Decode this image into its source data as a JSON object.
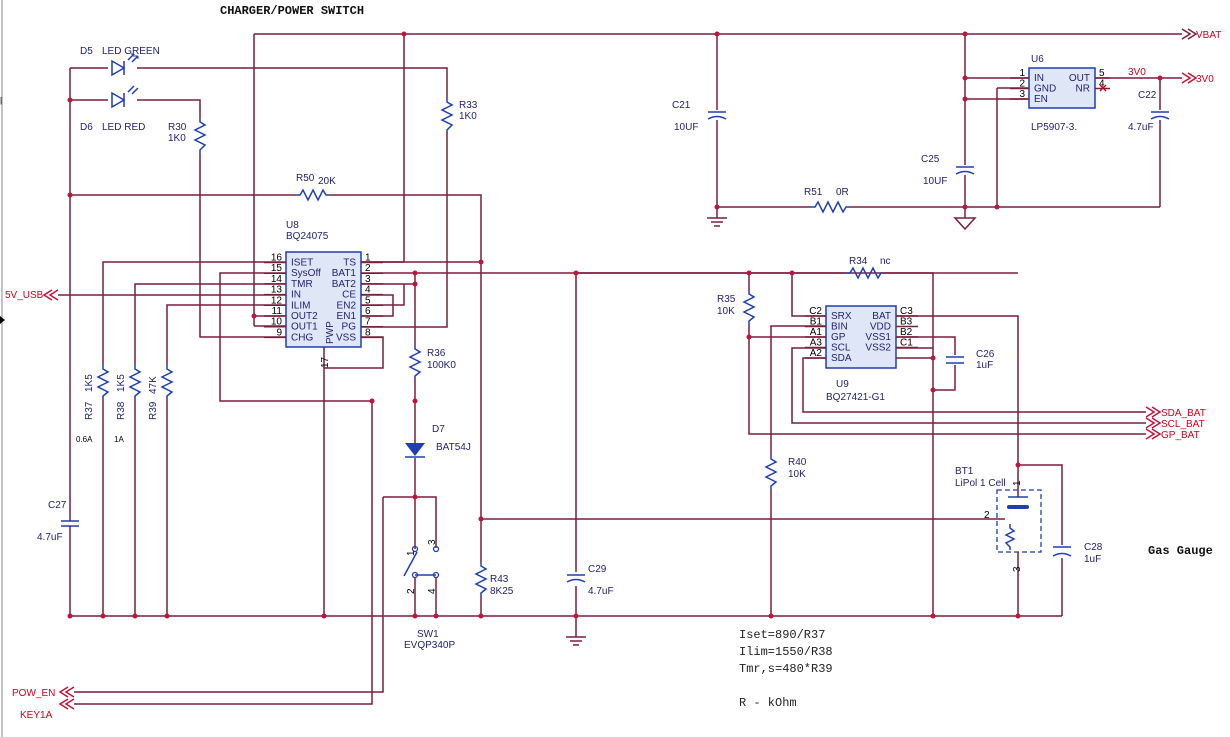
{
  "title": "CHARGER/POWER SWITCH",
  "section": "Gas Gauge",
  "ports": {
    "vbat": "VBAT",
    "v3v0": "3V0",
    "usb": "5V_USB",
    "sda": "SDA_BAT",
    "scl": "SCL_BAT",
    "gp": "GP_BAT",
    "pow_en": "POW_EN",
    "key1a": "KEY1A"
  },
  "parts": {
    "d5": {
      "ref": "D5",
      "value": "LED GREEN"
    },
    "d6": {
      "ref": "D6",
      "value": "LED RED"
    },
    "r30": {
      "ref": "R30",
      "value": "1K0"
    },
    "r33": {
      "ref": "R33",
      "value": "1K0"
    },
    "r50": {
      "ref": "R50",
      "value": "20K"
    },
    "u8": {
      "ref": "U8",
      "value": "BQ24075",
      "left_pins": [
        {
          "num": "16",
          "name": "ISET"
        },
        {
          "num": "15",
          "name": "SysOff"
        },
        {
          "num": "14",
          "name": "TMR"
        },
        {
          "num": "13",
          "name": "IN"
        },
        {
          "num": "12",
          "name": "ILIM"
        },
        {
          "num": "11",
          "name": "OUT2"
        },
        {
          "num": "10",
          "name": "OUT1"
        },
        {
          "num": "9",
          "name": "CHG"
        }
      ],
      "right_pins": [
        {
          "num": "1",
          "name": "TS"
        },
        {
          "num": "2",
          "name": "BAT1"
        },
        {
          "num": "3",
          "name": "BAT2"
        },
        {
          "num": "4",
          "name": "CE"
        },
        {
          "num": "5",
          "name": "EN2"
        },
        {
          "num": "6",
          "name": "EN1"
        },
        {
          "num": "7",
          "name": "PG"
        },
        {
          "num": "8",
          "name": "VSS"
        }
      ],
      "bottom_pin": {
        "num": "17",
        "name": "PWP"
      }
    },
    "r36": {
      "ref": "R36",
      "value": "100K0"
    },
    "d7": {
      "ref": "D7",
      "value": "BAT54J"
    },
    "r37": {
      "ref": "R37",
      "value": "1K5",
      "note": "0.6A"
    },
    "r38": {
      "ref": "R38",
      "value": "1K5",
      "note": "1A"
    },
    "r39": {
      "ref": "R39",
      "value": "47K"
    },
    "c27": {
      "ref": "C27",
      "value": "4.7uF"
    },
    "r43": {
      "ref": "R43",
      "value": "8K25"
    },
    "c29": {
      "ref": "C29",
      "value": "4.7uF"
    },
    "sw1": {
      "ref": "SW1",
      "value": "EVQP340P",
      "pins": [
        "1",
        "2",
        "3",
        "4"
      ]
    },
    "c21": {
      "ref": "C21",
      "value": "10UF"
    },
    "c25": {
      "ref": "C25",
      "value": "10UF"
    },
    "r51": {
      "ref": "R51",
      "value": "0R"
    },
    "u6": {
      "ref": "U6",
      "value": "LP5907-3.",
      "left_pins": [
        {
          "num": "1",
          "name": "IN"
        },
        {
          "num": "2",
          "name": "GND"
        },
        {
          "num": "3",
          "name": "EN"
        }
      ],
      "right_pins": [
        {
          "num": "5",
          "name": "OUT"
        },
        {
          "num": "4",
          "name": "NR"
        }
      ]
    },
    "c22": {
      "ref": "C22",
      "value": "4.7uF"
    },
    "r34": {
      "ref": "R34",
      "value": "nc"
    },
    "r35": {
      "ref": "R35",
      "value": "10K"
    },
    "u9": {
      "ref": "U9",
      "value": "BQ27421-G1",
      "left_pins": [
        {
          "num": "C2",
          "name": "SRX"
        },
        {
          "num": "B1",
          "name": "BIN"
        },
        {
          "num": "A1",
          "name": "GP"
        },
        {
          "num": "A3",
          "name": "SCL"
        },
        {
          "num": "A2",
          "name": "SDA"
        }
      ],
      "right_pins": [
        {
          "num": "C3",
          "name": "BAT"
        },
        {
          "num": "B3",
          "name": "VDD"
        },
        {
          "num": "B2",
          "name": "VSS1"
        },
        {
          "num": "C1",
          "name": "VSS2"
        }
      ]
    },
    "c26": {
      "ref": "C26",
      "value": "1uF"
    },
    "r40": {
      "ref": "R40",
      "value": "10K"
    },
    "bt1": {
      "ref": "BT1",
      "value": "LiPol 1 Cell",
      "pins": [
        "1",
        "2",
        "3"
      ]
    },
    "c28": {
      "ref": "C28",
      "value": "1uF"
    }
  },
  "notes": [
    "Iset=890/R37",
    "Ilim=1550/R38",
    "Tmr,s=480*R39",
    "R - kOhm"
  ]
}
